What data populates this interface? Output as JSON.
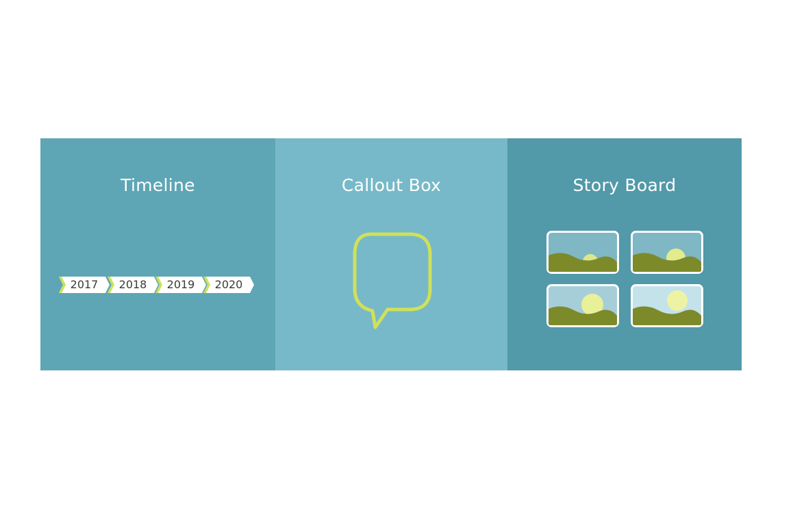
{
  "panels": [
    {
      "title": "Timeline",
      "years": [
        "2017",
        "2018",
        "2019",
        "2020"
      ]
    },
    {
      "title": "Callout Box"
    },
    {
      "title": "Story Board",
      "frames": [
        {
          "icon": "landscape-image-icon",
          "sky": "#7fb7c4",
          "sun": "#dbe88a"
        },
        {
          "icon": "landscape-image-icon",
          "sky": "#7fb7c4",
          "sun": "#e2ec8c"
        },
        {
          "icon": "landscape-image-icon",
          "sky": "#a6ced8",
          "sun": "#e9f09a"
        },
        {
          "icon": "landscape-image-icon",
          "sky": "#c4e2ea",
          "sun": "#eef3a4"
        }
      ]
    }
  ],
  "colors": {
    "panel1": "#5ea6b5",
    "panel2": "#77b9c8",
    "panel3": "#5299a9",
    "accent": "#cfe15a",
    "hill": "#7c8a2a"
  }
}
